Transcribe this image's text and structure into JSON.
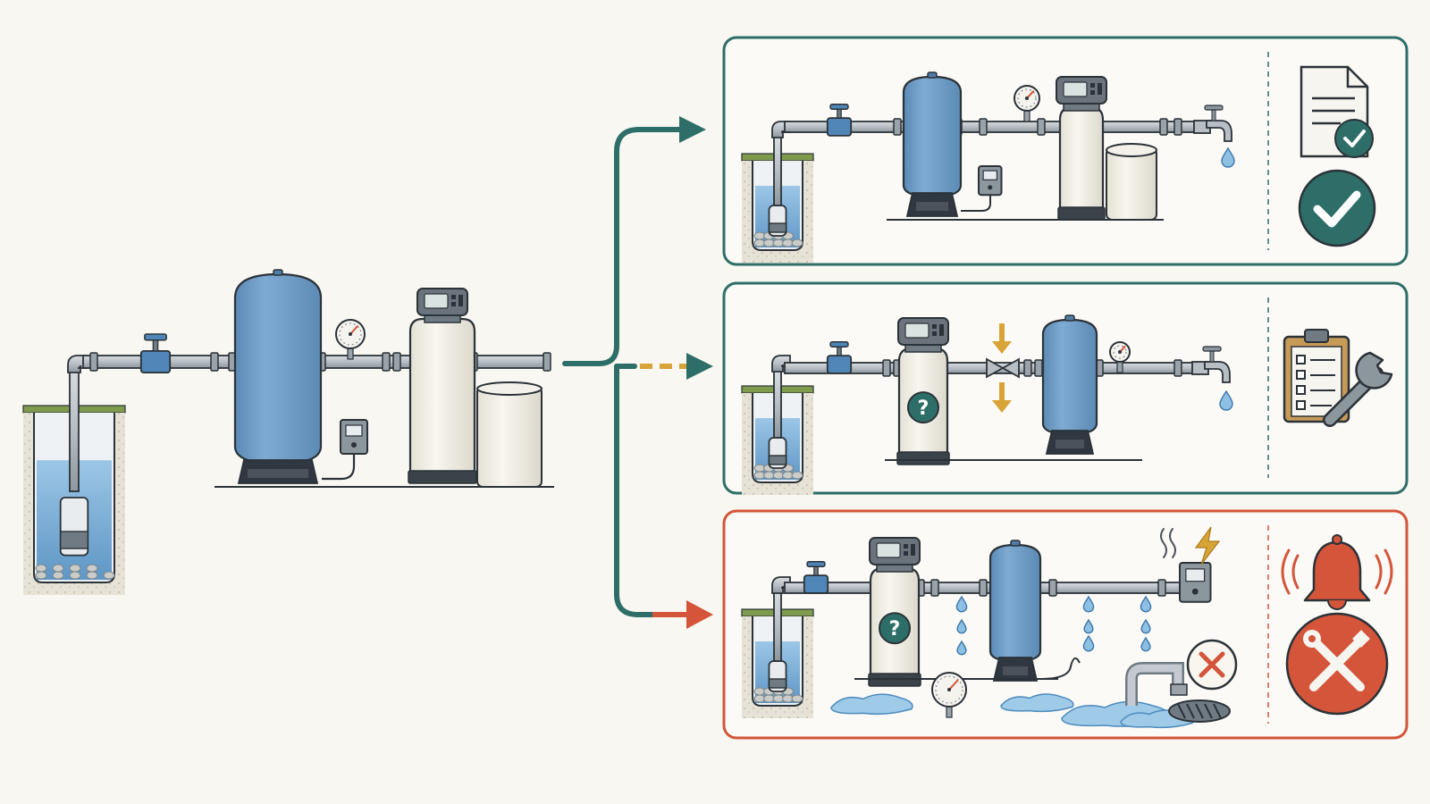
{
  "colors": {
    "background": "#f8f7f1",
    "tank_blue": "#6f9fca",
    "pipe_gray": "#b7bec4",
    "outline": "#2b3238",
    "teal": "#2d6e68",
    "alert_red": "#d4553a",
    "warning_gold": "#d9a437",
    "water_blue": "#8ec0e4",
    "softener_white": "#f1efe6",
    "ok_green": "#2d6e68"
  },
  "panels": [
    {
      "id": "ok",
      "border": "teal",
      "status_icons": [
        "document-check-icon",
        "check-circle-icon"
      ]
    },
    {
      "id": "inspect",
      "border": "teal",
      "status_icons": [
        "clipboard-checklist-icon",
        "wrench-icon"
      ]
    },
    {
      "id": "failure",
      "border": "alert_red",
      "status_icons": [
        "alarm-bell-icon",
        "tools-cross-icon"
      ]
    }
  ],
  "badges": {
    "unknown": "?"
  }
}
